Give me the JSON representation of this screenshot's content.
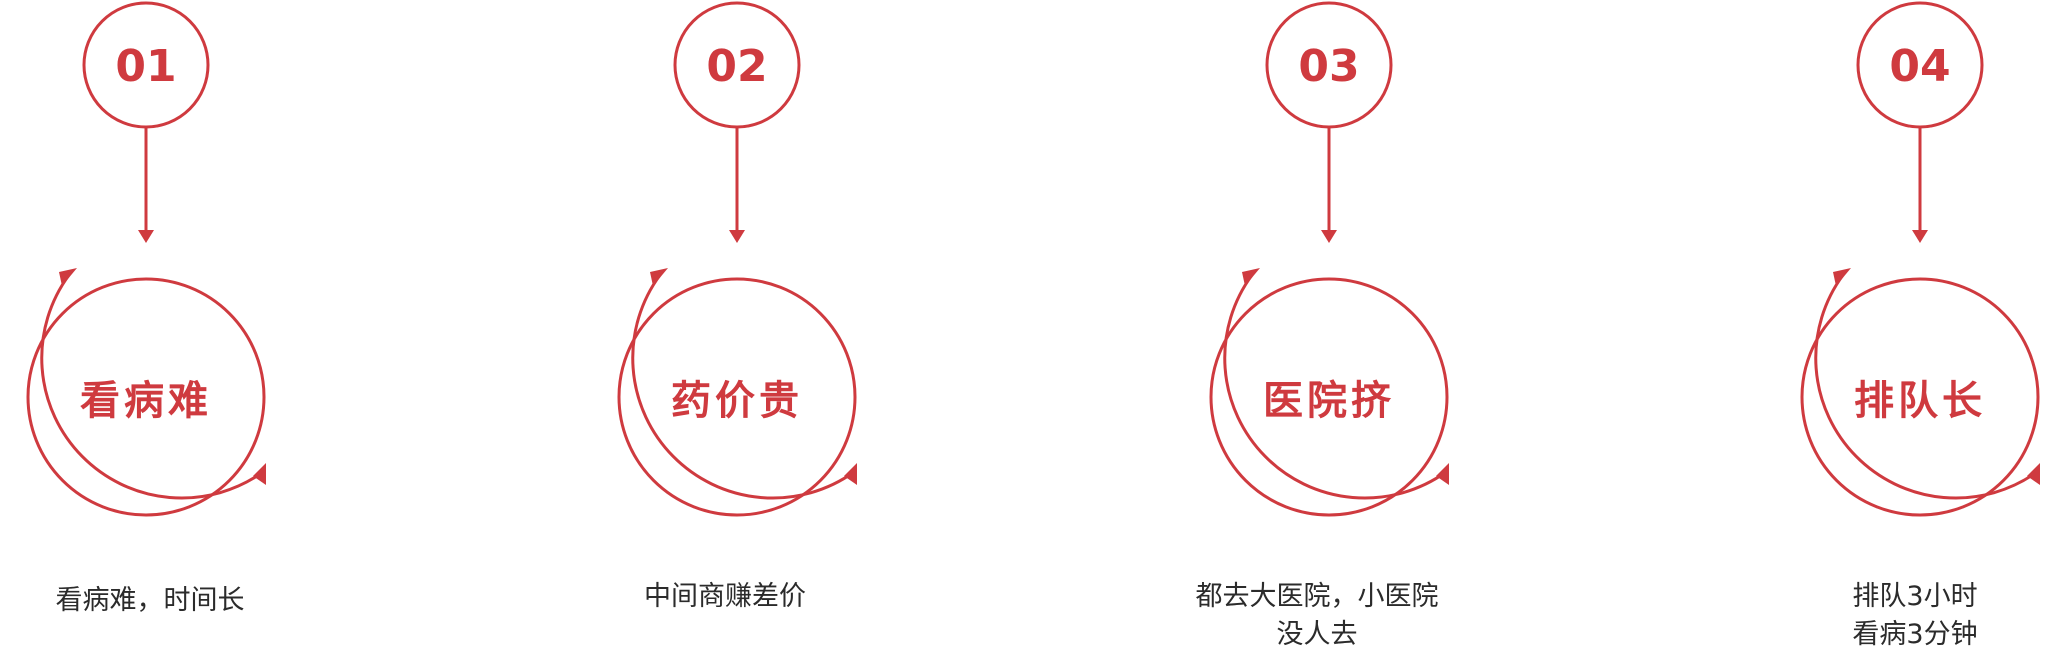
{
  "colors": {
    "accent": "#cf3a3f",
    "text": "#2b2b2b",
    "background": "#ffffff"
  },
  "steps": [
    {
      "number": "01",
      "title": "看病难",
      "caption": [
        "看病难，时间长"
      ]
    },
    {
      "number": "02",
      "title": "药价贵",
      "caption": [
        "中间商赚差价"
      ]
    },
    {
      "number": "03",
      "title": "医院挤",
      "caption": [
        "都去大医院，小医院",
        "没人去"
      ]
    },
    {
      "number": "04",
      "title": "排队长",
      "caption": [
        "排队3小时",
        "看病3分钟"
      ]
    }
  ]
}
